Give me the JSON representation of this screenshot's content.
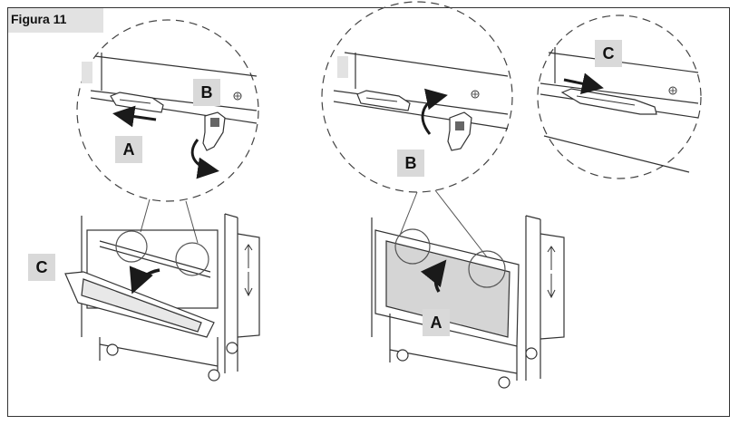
{
  "figure_title": "Figura 11",
  "labels": {
    "a": "A",
    "b": "B",
    "c": "C"
  },
  "colors": {
    "line": "#333333",
    "label_bg": "#d9d9d9",
    "title_bg": "#e2e2e2",
    "glass": "#d5d5d5",
    "arrow": "#1a1a1a"
  }
}
